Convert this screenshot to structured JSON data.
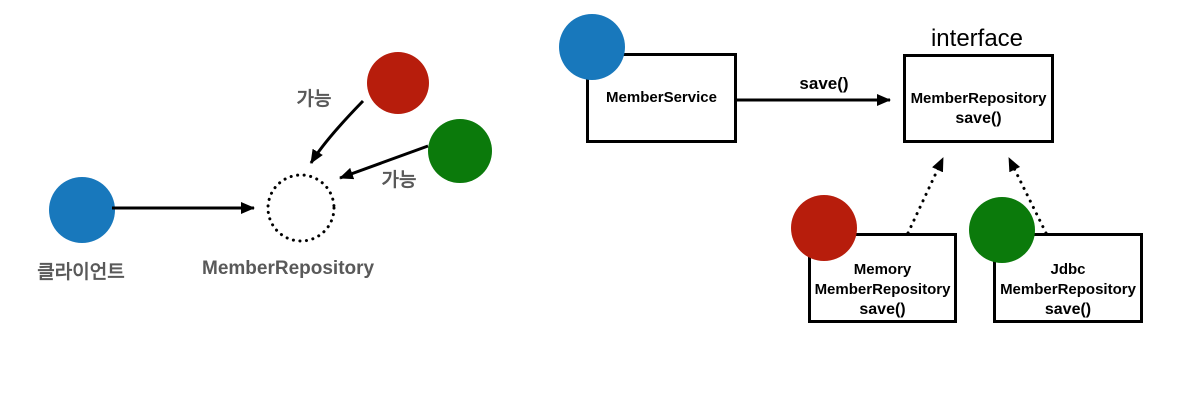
{
  "colors": {
    "blue": "#1878BC",
    "red": "#B71D0C",
    "green": "#0B7A0B",
    "gray_text": "#595959",
    "line": "#000000"
  },
  "left_diagram": {
    "client_label": "클라이언트",
    "repository_label": "MemberRepository",
    "possible_label_1": "가능",
    "possible_label_2": "가능"
  },
  "right_diagram": {
    "interface_caption": "interface",
    "save_arrow_label": "save()",
    "member_service": {
      "title": "MemberService"
    },
    "member_repository": {
      "title": "MemberRepository",
      "method": "save()"
    },
    "memory_repository": {
      "line1": "Memory",
      "line2": "MemberRepository",
      "method": "save()"
    },
    "jdbc_repository": {
      "line1": "Jdbc",
      "line2": "MemberRepository",
      "method": "save()"
    }
  }
}
